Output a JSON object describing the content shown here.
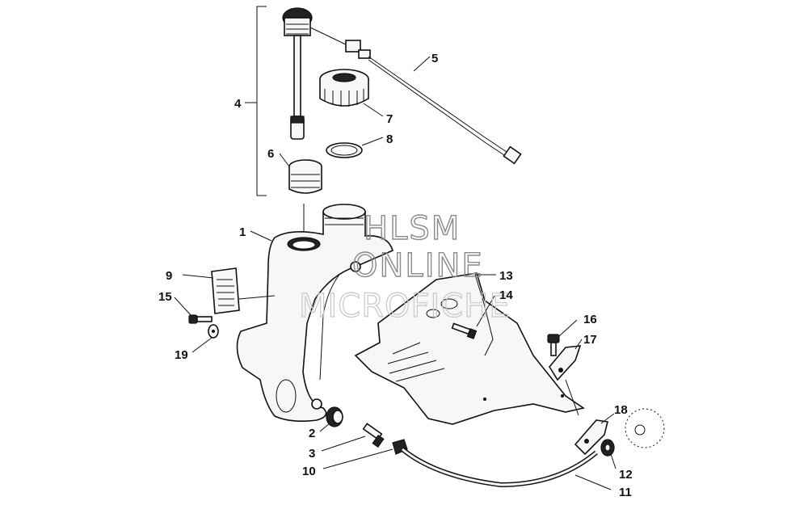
{
  "watermark": {
    "line1": "HLSM",
    "line2": "ONLINE",
    "line3": "MICROFICHE"
  },
  "callouts": [
    "1",
    "2",
    "3",
    "4",
    "5",
    "6",
    "7",
    "8",
    "9",
    "10",
    "11",
    "12",
    "13",
    "14",
    "15",
    "16",
    "17",
    "18",
    "19"
  ],
  "colors": {
    "line": "#111111",
    "part_fill": "#f7f7f7",
    "watermark": "#8a8a8a",
    "background": "#ffffff"
  }
}
